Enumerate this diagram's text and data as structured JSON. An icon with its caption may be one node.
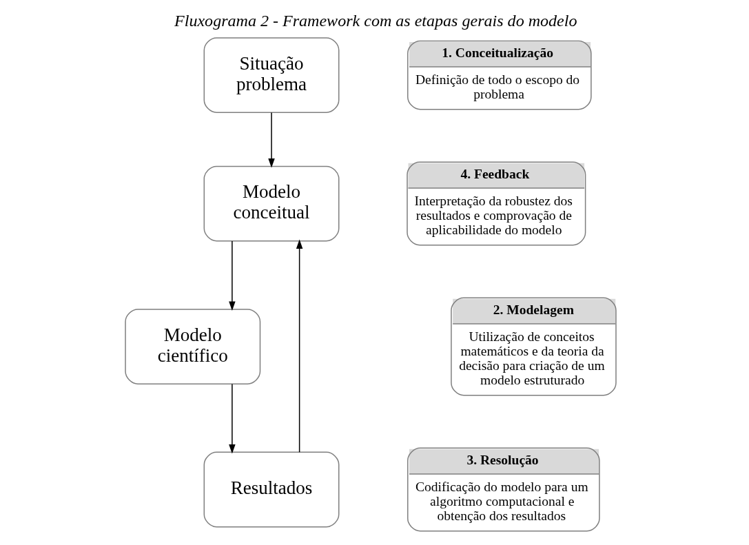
{
  "diagram": {
    "title": "Fluxograma 2 - Framework com as etapas gerais do modelo",
    "nodes": [
      {
        "text": [
          "Situação problema"
        ]
      },
      {
        "text": [
          "Modelo conceitual"
        ]
      },
      {
        "text": [
          "Modelo científico"
        ]
      },
      {
        "text": [
          "Resultados"
        ]
      },
      {
        "text": [
          "1. Conceitualização",
          "Definição de todo o escopo do problema"
        ]
      },
      {
        "text": [
          "2. Modelagem",
          "Utilização de conceitos matemáticos e da teoria da decisão para criação de um modelo estruturado"
        ]
      },
      {
        "text": [
          "3. Resolução",
          "Codificação do modelo para um algoritmo computacional e obtenção dos resultados"
        ]
      },
      {
        "text": [
          "4. Feedback",
          "Interpretação da robustez dos resultados e comprovação de aplicabilidade do modelo"
        ]
      }
    ],
    "edges": [
      {
        "from": 0,
        "to": 1,
        "arrow": "to"
      },
      {
        "from": 1,
        "to": 2,
        "arrow": "to"
      },
      {
        "from": 2,
        "to": 3,
        "arrow": "to"
      },
      {
        "from": 3,
        "to": 1,
        "arrow": "to"
      }
    ]
  }
}
